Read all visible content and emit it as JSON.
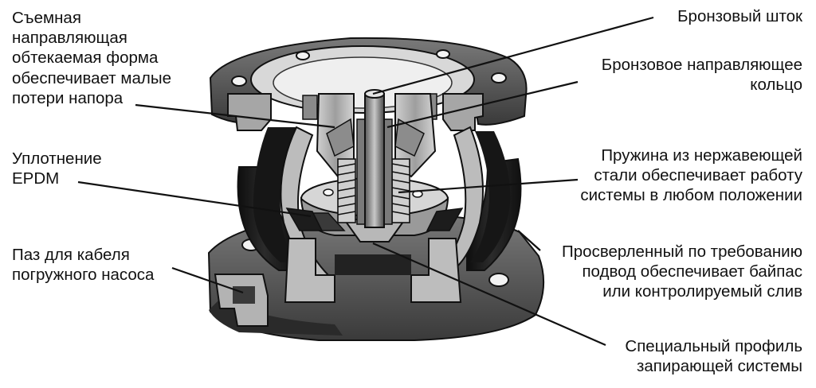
{
  "callouts": {
    "removable_guide": [
      "Съемная",
      "направляющая",
      "обтекаемая форма",
      "обеспечивает малые",
      "потери напора"
    ],
    "epdm_seal": [
      "Уплотнение",
      "EPDM"
    ],
    "cable_groove": [
      "Паз для кабеля",
      "погружного насоса"
    ],
    "bronze_stem": [
      "Бронзовый шток"
    ],
    "bronze_ring": [
      "Бронзовое направляющее",
      "кольцо"
    ],
    "steel_spring": [
      "Пружина из нержавеющей",
      "стали обеспечивает работу",
      "системы в любом положении"
    ],
    "bypass_port": [
      "Просверленный по требованию",
      "подвод обеспечивает байпас",
      "или контролируемый слив"
    ],
    "special_profile": [
      "Специальный профиль",
      "запирающей системы"
    ]
  },
  "colors": {
    "text": "#111111",
    "leader": "#111111",
    "metal_dark": "#1a1a1a",
    "metal_mid": "#6e6e6e",
    "metal_light": "#bdbdbd",
    "cut_face": "#9a9a9a"
  }
}
